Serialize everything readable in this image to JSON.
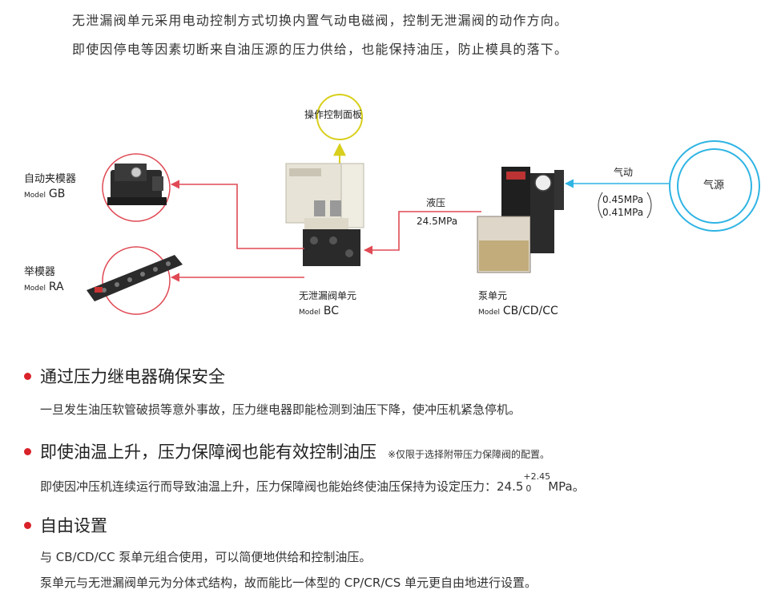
{
  "intro": {
    "line1": "无泄漏阀单元采用电动控制方式切换内置气动电磁阀，控制无泄漏阀的动作方向。",
    "line2": "即使因停电等因素切断来自油压源的压力供给，也能保持油压，防止模具的落下。"
  },
  "diagram": {
    "control_panel": "操作控制面板",
    "gb_name": "自动夹模器",
    "gb_model_prefix": "Model",
    "gb_model": "GB",
    "ra_name": "举模器",
    "ra_model_prefix": "Model",
    "ra_model": "RA",
    "bc_name": "无泄漏阀单元",
    "bc_model_prefix": "Model",
    "bc_model": "BC",
    "pump_name": "泵单元",
    "pump_model_prefix": "Model",
    "pump_model": "CB/CD/CC",
    "hydraulic_label": "液压",
    "hydraulic_value": "24.5MPa",
    "air_label": "气动",
    "air_range_high": "0.45MPa",
    "air_range_low": "0.41MPa",
    "air_source": "气源",
    "colors": {
      "hydraulic": "#e04a55",
      "air": "#2fb4e4",
      "control": "#d8cf1c",
      "accent": "#d9222a"
    }
  },
  "features": [
    {
      "title": "通过压力继电器确保安全",
      "desc": "一旦发生油压软管破损等意外事故，压力继电器即能检测到油压下降，使冲压机紧急停机。"
    },
    {
      "title": "即使油温上升，压力保障阀也能有效控制油压",
      "note": "※仅限于选择附带压力保障阀的配置。",
      "desc_pre": "即使因冲压机连续运行而导致油温上升，压力保障阀也能始终使油压保持为设定压力：",
      "desc_value": "24.5",
      "desc_tol_plus": "+2.45",
      "desc_tol_minus": "0",
      "desc_unit": " MPa。"
    },
    {
      "title": "自由设置",
      "desc1": "与 CB/CD/CC 泵单元组合使用，可以简便地供给和控制油压。",
      "desc2": "泵单元与无泄漏阀单元为分体式结构，故而能比一体型的 CP/CR/CS 单元更自由地进行设置。"
    }
  ]
}
